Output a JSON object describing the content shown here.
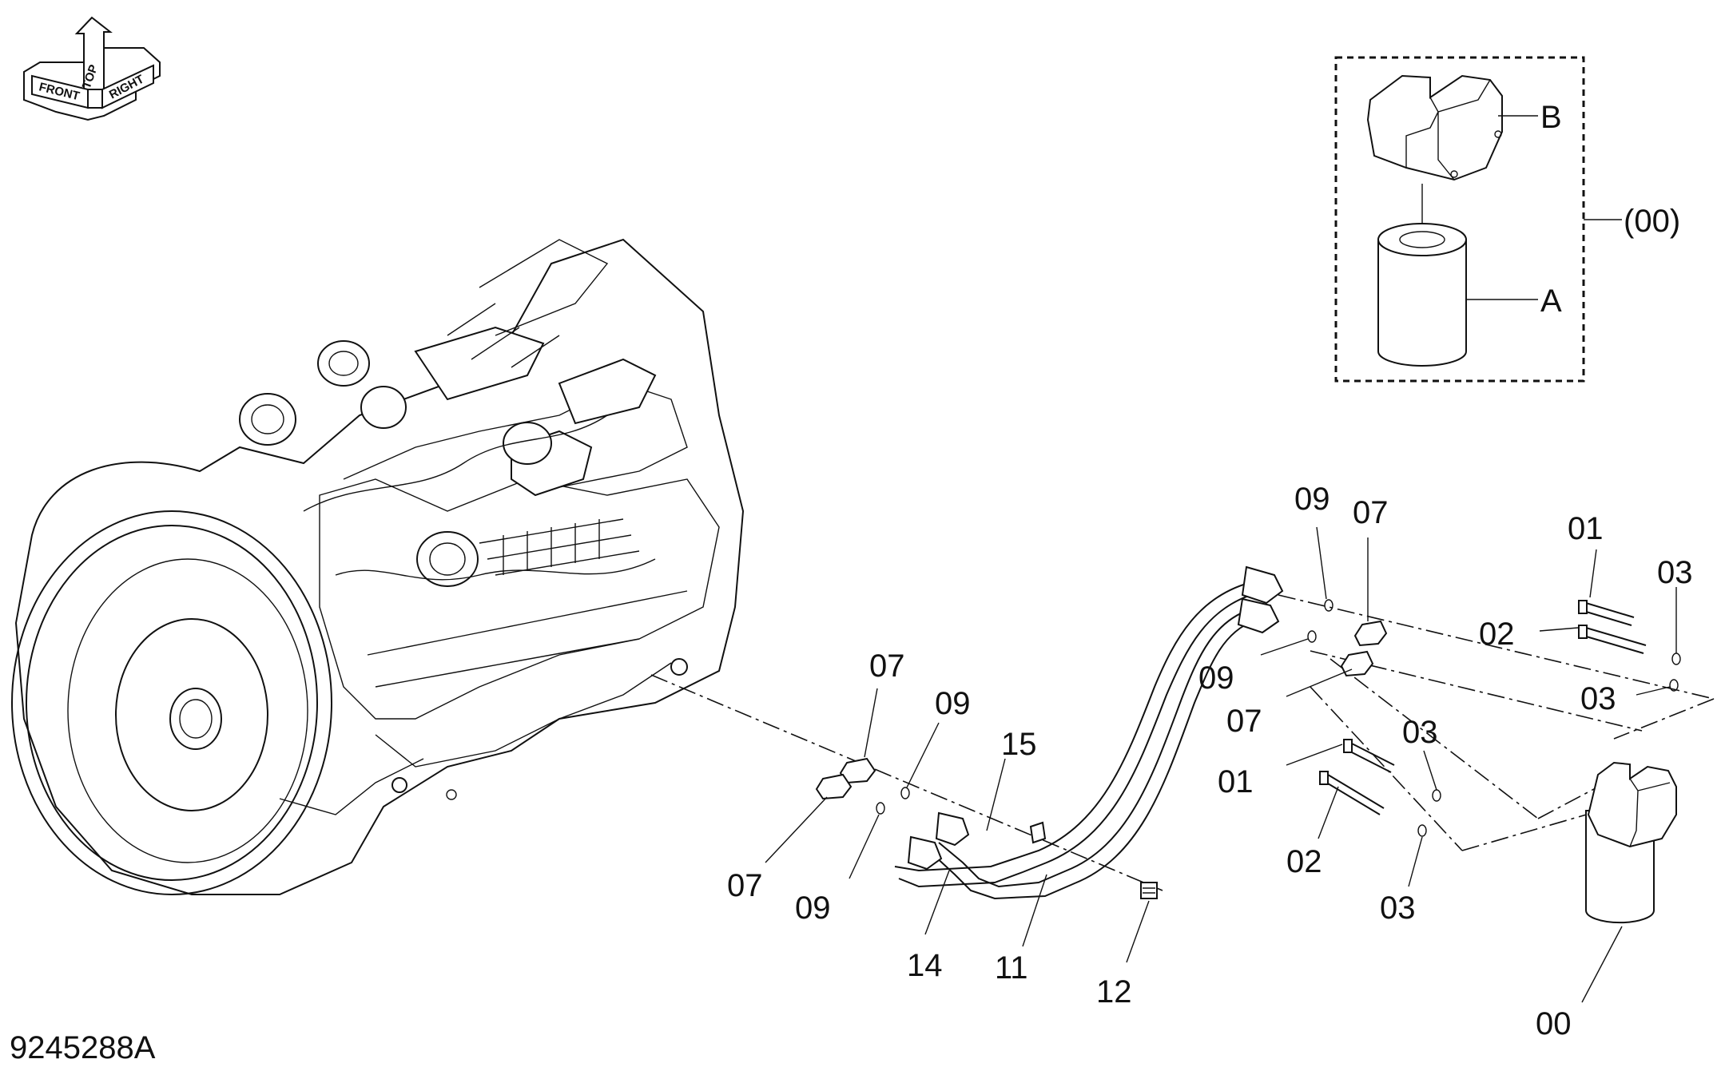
{
  "drawing_number": "9245288A",
  "orientation": {
    "front": "FRONT",
    "top": "TOP",
    "right": "RIGHT"
  },
  "inset": {
    "assembly_label": "(00)",
    "part_a_label": "A",
    "part_b_label": "B"
  },
  "callouts": {
    "c01_upper": "01",
    "c03_upper_right": "03",
    "c02_upper": "02",
    "c03_upper_mid": "03",
    "c01_lower": "01",
    "c03_lower_top": "03",
    "c02_lower": "02",
    "c03_lower": "03",
    "c09_top": "09",
    "c07_top": "07",
    "c09_mid": "09",
    "c07_mid": "07",
    "c07_left_upper": "07",
    "c09_left_upper": "09",
    "c15": "15",
    "c07_left_lower": "07",
    "c09_left_lower": "09",
    "c14": "14",
    "c11": "11",
    "c12": "12",
    "c00": "00"
  }
}
